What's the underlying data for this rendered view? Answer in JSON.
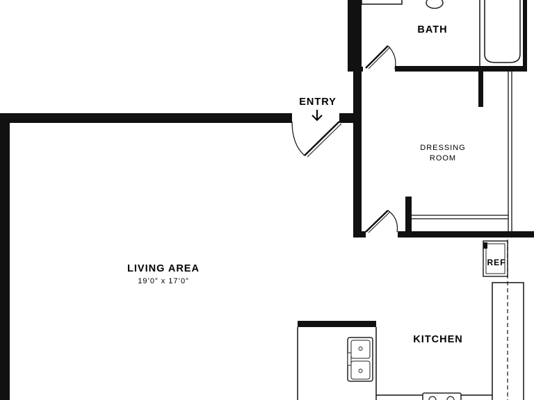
{
  "plan": {
    "rooms": {
      "bath": "BATH",
      "entry": "ENTRY",
      "dressing_line1": "DRESSING",
      "dressing_line2": "ROOM",
      "living": "LIVING AREA",
      "living_dims": "19’0” x 17’0”",
      "kitchen": "KITCHEN",
      "ref": "REF"
    },
    "colors": {
      "wall": "#111111",
      "background": "#ffffff"
    },
    "icons": {
      "entry_arrow": "arrow-down-icon"
    }
  }
}
